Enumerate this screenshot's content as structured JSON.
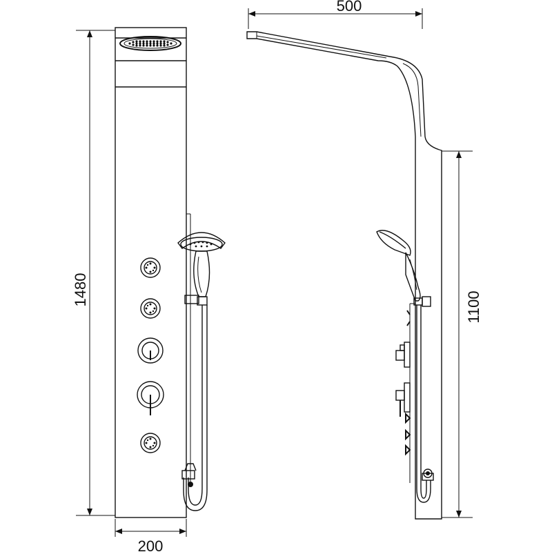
{
  "dimensions": {
    "front_height": "1480",
    "front_width": "200",
    "side_depth": "500",
    "side_height": "1100"
  },
  "icons": {
    "rain_head": "rain-shower-head-icon",
    "hand_shower": "hand-shower-icon",
    "jet": "body-jet-icon",
    "valve": "mixer-valve-icon"
  }
}
